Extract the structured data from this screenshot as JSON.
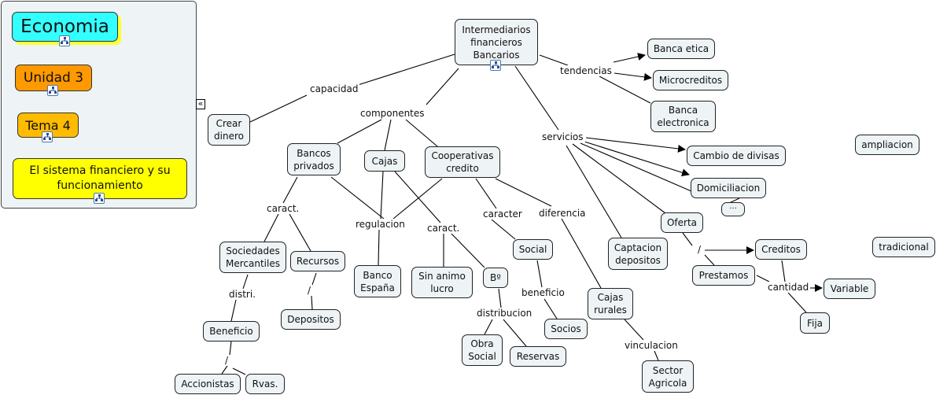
{
  "left_panel": {
    "nodes": [
      {
        "id": "economia",
        "label": "Economia",
        "color": "#33ffff",
        "shadow": "#ffff33"
      },
      {
        "id": "unidad",
        "label": "Unidad 3",
        "color": "#ff9900"
      },
      {
        "id": "tema",
        "label": "Tema 4",
        "color": "#ffbb00"
      },
      {
        "id": "sistema",
        "label": "El sistema financiero y su\nfuncionamiento",
        "color": "#ffff00"
      }
    ],
    "collapse_button": "«",
    "submap_icon": "concept-map-icon"
  },
  "concepts": {
    "intermediarios": "Intermediarios\nfinancieros\nBancarios",
    "banca_etica": "Banca etica",
    "microcreditos": "Microcreditos",
    "banca_electronica": "Banca\nelectronica",
    "crear_dinero": "Crear\ndinero",
    "bancos_privados": "Bancos\nprivados",
    "cajas": "Cajas",
    "cooperativas": "Cooperativas\ncredito",
    "cambio_divisas": "Cambio de divisas",
    "domiciliacion": "Domiciliacion",
    "etc": "···",
    "ampliacion": "ampliacion",
    "oferta": "Oferta",
    "captacion": "Captacion\ndepositos",
    "creditos": "Creditos",
    "prestamos": "Prestamos",
    "tradicional": "tradicional",
    "variable": "Variable",
    "fija": "Fija",
    "sociedades": "Sociedades\nMercantiles",
    "recursos": "Recursos",
    "banco_espana": "Banco\nEspaña",
    "sin_animo": "Sin animo\nlucro",
    "bo": "Bº",
    "social": "Social",
    "cajas_rurales": "Cajas\nrurales",
    "socios": "Socios",
    "obra_social": "Obra\nSocial",
    "reservas": "Reservas",
    "sector_agricola": "Sector\nAgricola",
    "beneficio": "Beneficio",
    "depositos": "Depositos",
    "accionistas": "Accionistas",
    "rvas": "Rvas."
  },
  "linking_phrases": {
    "capacidad": "capacidad",
    "componentes": "componentes",
    "tendencias": "tendencias",
    "servicios": "servicios",
    "caract_bancos": "caract.",
    "regulacion": "regulacion",
    "caract_cajas": "caract.",
    "caracter": "caracter",
    "diferencia": "diferencia",
    "slash_oferta": "/",
    "cantidad": "cantidad",
    "distri": "distri.",
    "slash_recursos": "/",
    "beneficio_lp": "beneficio",
    "distribucion": "distribucion",
    "vinculacion": "vinculacion",
    "slash_beneficio": "/"
  }
}
